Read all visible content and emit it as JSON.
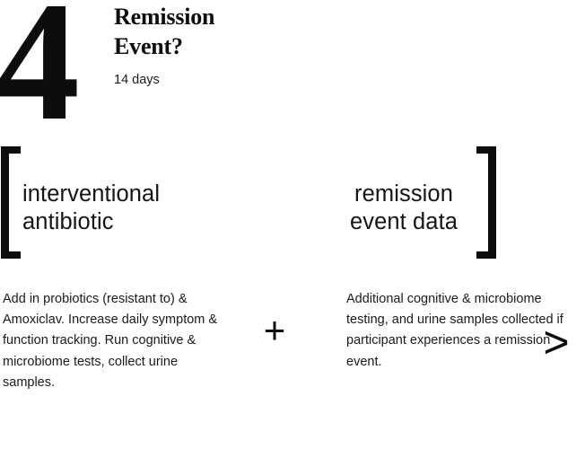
{
  "slide": {
    "background_color": "#ffffff",
    "text_color": "#111111",
    "step_number": "4"
  },
  "heading": {
    "title": "Remission Event?",
    "duration": "14 days"
  },
  "equation": {
    "bracket_open": "[",
    "bracket_close": "]",
    "plus_operator": "+",
    "chevron_operator": ">",
    "terms": [
      {
        "id": "interventional-antibiotic",
        "label": "interventional antibiotic"
      },
      {
        "id": "remission-event-data",
        "label": "remission event data"
      }
    ]
  },
  "descriptions": [
    {
      "id": "interventional-antibiotic-description",
      "text": "Add in probiotics (resistant to) & Amoxiclav. Increase daily symptom & function tracking. Run cognitive & microbiome tests, collect urine samples."
    },
    {
      "id": "remission-event-data-description",
      "text": "Additional cognitive & microbiome testing, and urine samples collected if participant experiences a remission event."
    }
  ]
}
